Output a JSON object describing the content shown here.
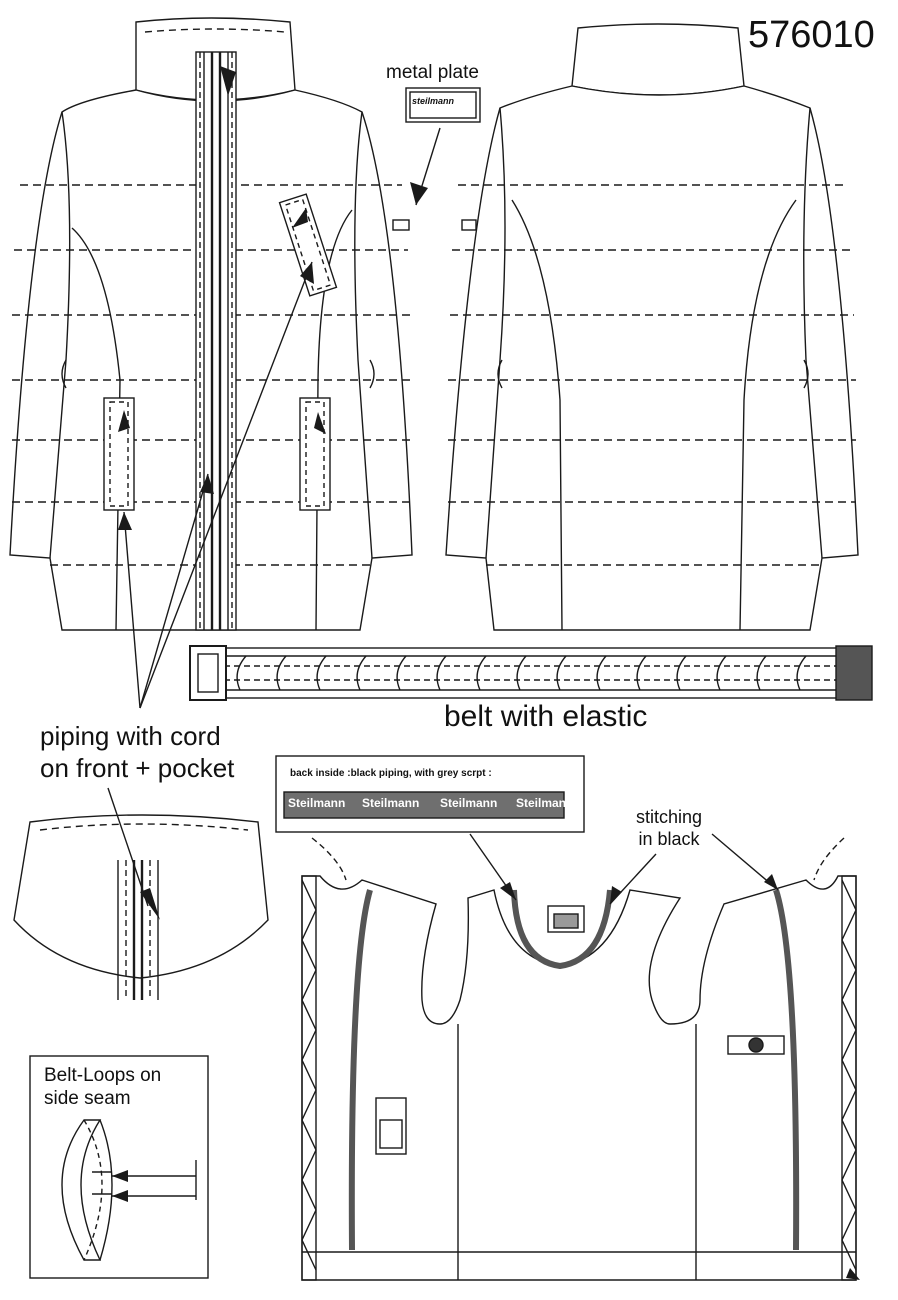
{
  "style_number": "576010",
  "labels": {
    "metal_plate": "metal plate",
    "plate_logo": "steilmann",
    "belt": "belt with elastic",
    "piping_line1": "piping with cord",
    "piping_line2": "on front + pocket",
    "stitching_line1": "stitching",
    "stitching_line2": "in black",
    "belt_loops_line1": "Belt-Loops on",
    "belt_loops_line2": "side seam",
    "inside_note": "back inside :black piping, with grey scrpt :"
  },
  "tape_words": [
    "Steilmann",
    "Steilmann",
    "Steilmann",
    "Steilmann"
  ],
  "colors": {
    "line": "#1a1a1a",
    "tape": "#6f6f6f",
    "panel_fill": "#ffffff",
    "buckle": "#555555"
  }
}
